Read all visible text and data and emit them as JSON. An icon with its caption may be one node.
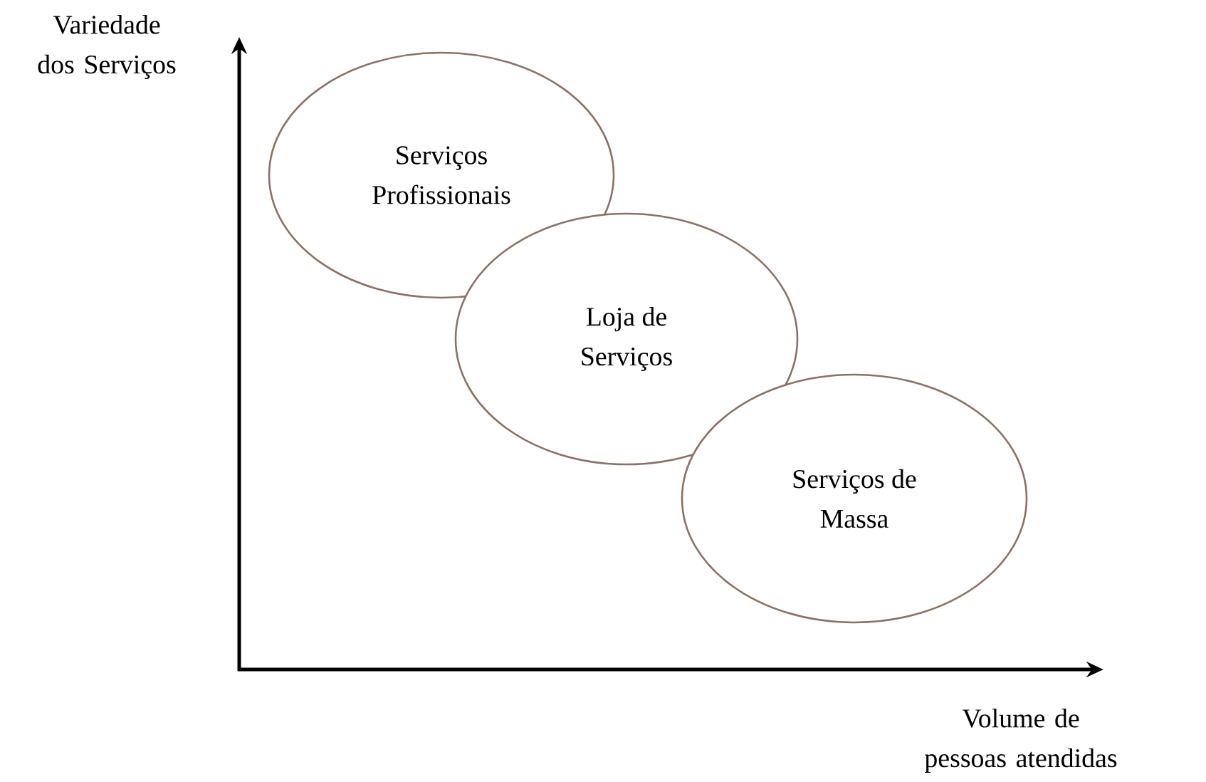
{
  "diagram": {
    "nodes": [
      {
        "text": [
          "Serviços Profissionais"
        ]
      },
      {
        "text": [
          "Loja de Serviços"
        ]
      },
      {
        "text": [
          "Serviços de Massa"
        ]
      }
    ],
    "labels": [
      "Variedade dos Serviços",
      "Volume de pessoas atendidas"
    ]
  }
}
